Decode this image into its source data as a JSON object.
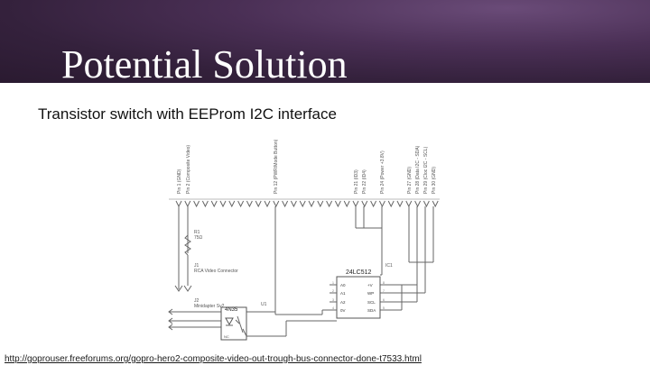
{
  "slide": {
    "title": "Potential Solution",
    "subtitle": "Transistor switch with EEProm I2C interface",
    "source_url": "http://goprouser.freeforums.org/gopro-hero2-composite-video-out-trough-bus-connector-done-t7533.html"
  },
  "schematic": {
    "pin_labels": [
      "Pin 1 (GND)",
      "Pin 2 (Composite Video)",
      "Pin 12 (PWR/Mode Button)",
      "Pin 21 (ID3)",
      "Pin 22 (ID4)",
      "Pin 24 (Power +3.8V)",
      "Pin 27 (GND)",
      "Pin 28 (Data I2C - SDA)",
      "Pin 29 (Cloc I2C - SCL)",
      "Pin 30 (GND)"
    ],
    "r1": {
      "name": "R1",
      "value": "75Ω"
    },
    "j1": {
      "name": "J1",
      "desc": "RCA Video Connector"
    },
    "j2": {
      "name": "J2",
      "desc": "Minidapter Sv2"
    },
    "u1": "U1",
    "ic1": "IC1",
    "optocoupler": "4N35",
    "optocoupler_nc": "NC",
    "eeprom": {
      "name": "24LC512",
      "left_pins": [
        "A0",
        "A1",
        "A2",
        "0V"
      ],
      "right_pins": [
        "+V",
        "WP",
        "SCL",
        "SDA"
      ],
      "left_nums": [
        "1",
        "2",
        "3",
        "4"
      ],
      "right_nums": [
        "8",
        "7",
        "6",
        "5"
      ]
    }
  },
  "colors": {
    "header_bg": "#3b2745",
    "wire": "#666666",
    "text": "#111111"
  }
}
